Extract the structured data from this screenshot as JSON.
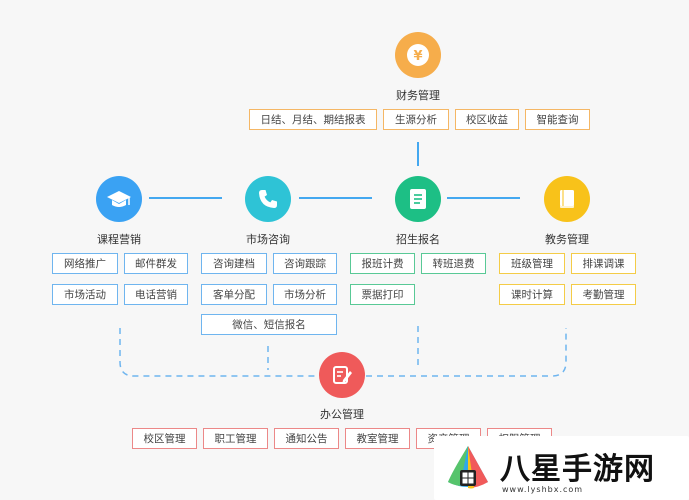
{
  "finance": {
    "title": "财务管理",
    "icon": "yen-icon",
    "color": "#f6ad4b",
    "tags": [
      "日结、月结、期结报表",
      "生源分析",
      "校区收益",
      "智能查询"
    ]
  },
  "course_marketing": {
    "title": "课程营销",
    "icon": "graduation-cap-icon",
    "color": "#3aa2f3",
    "tags": [
      "网络推广",
      "邮件群发",
      "市场活动",
      "电话营销"
    ]
  },
  "market_consult": {
    "title": "市场咨询",
    "icon": "phone-icon",
    "color": "#2ec3d6",
    "tags": [
      "咨询建档",
      "咨询跟踪",
      "客单分配",
      "市场分析",
      "微信、短信报名"
    ]
  },
  "enrollment": {
    "title": "招生报名",
    "icon": "document-icon",
    "color": "#1dbf85",
    "tags": [
      "报班计费",
      "转班退费",
      "票据打印"
    ]
  },
  "academic": {
    "title": "教务管理",
    "icon": "book-icon",
    "color": "#f8c21a",
    "tags": [
      "班级管理",
      "排课调课",
      "课时计算",
      "考勤管理"
    ]
  },
  "office": {
    "title": "办公管理",
    "icon": "edit-note-icon",
    "color": "#ef5a5a",
    "tags": [
      "校区管理",
      "职工管理",
      "通知公告",
      "教室管理",
      "资产管理",
      "权限管理"
    ]
  },
  "colors": {
    "line_solid": "#44a8f0",
    "line_dashed": "#6fb5ef"
  },
  "watermark": {
    "title": "八星手游网",
    "url": "www.lyshbx.com"
  }
}
